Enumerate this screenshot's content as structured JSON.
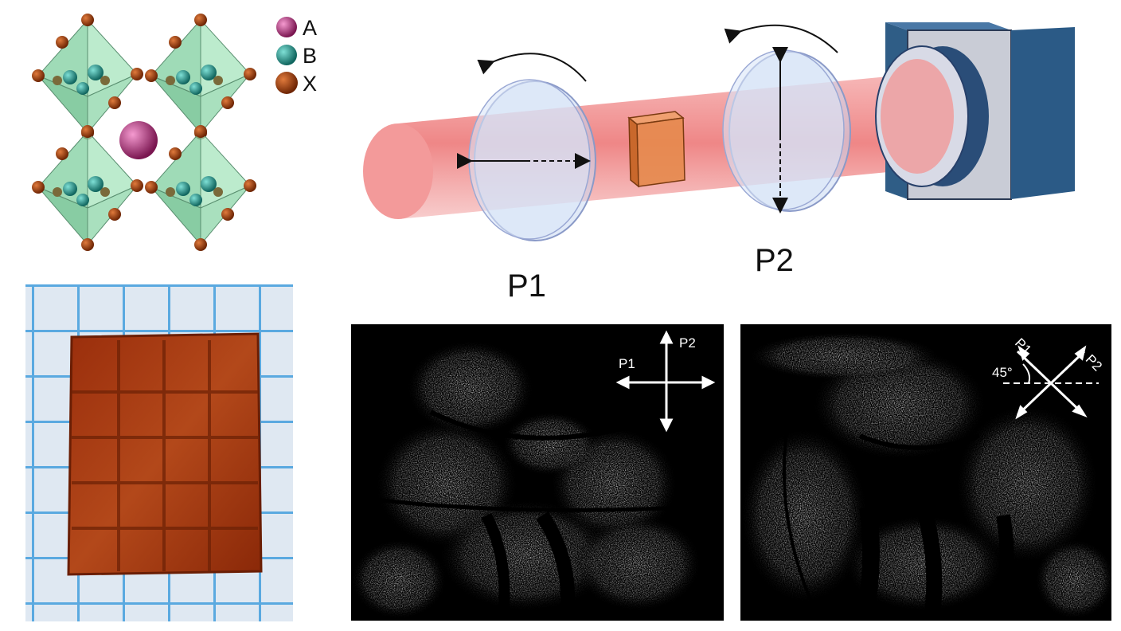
{
  "legend": {
    "a": "A",
    "b": "B",
    "x": "X"
  },
  "setup": {
    "p1_label": "P1",
    "p2_label": "P2"
  },
  "image_left": {
    "p1": "P1",
    "p2": "P2"
  },
  "image_right": {
    "p1": "P1",
    "p2": "P2",
    "angle": "45°"
  },
  "colors": {
    "a_atom": "#a8256f",
    "b_atom": "#1f8f86",
    "x_atom": "#a23c08",
    "octahedron": "#8fd4a8",
    "beam": "#f08585",
    "crystal": "#b24a1a",
    "camera": "#31587e",
    "grid": "#5aa9e0"
  }
}
